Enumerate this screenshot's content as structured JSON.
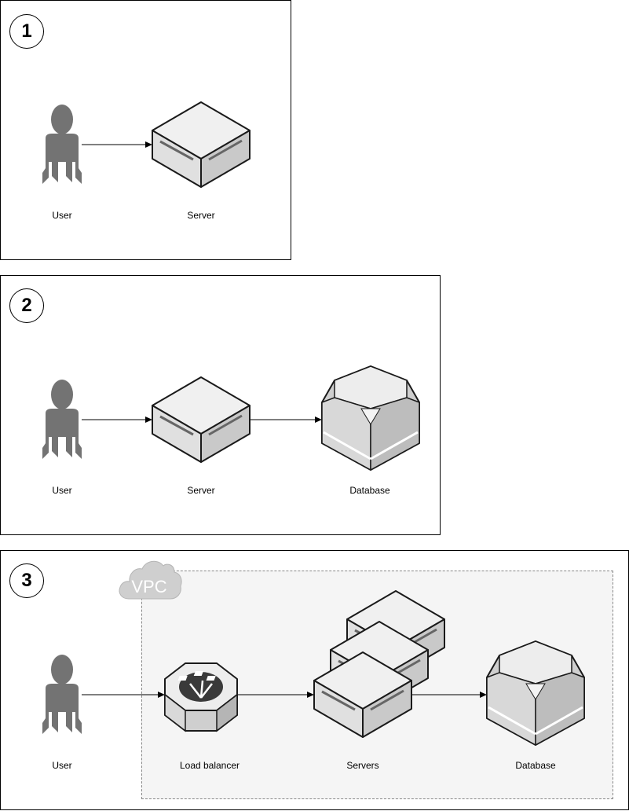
{
  "panels": [
    {
      "number": "1",
      "labels": {
        "user": "User",
        "server": "Server"
      }
    },
    {
      "number": "2",
      "labels": {
        "user": "User",
        "server": "Server",
        "database": "Database"
      }
    },
    {
      "number": "3",
      "labels": {
        "user": "User",
        "load_balancer": "Load balancer",
        "servers": "Servers",
        "database": "Database"
      },
      "vpc_label": "VPC"
    }
  ],
  "colors": {
    "stroke": "#1a1a1a",
    "user": "#737373",
    "server_top": "#f0f0f0",
    "server_side": "#d0d0d0",
    "vpc_fill": "#f5f5f5"
  },
  "icons": [
    "user-icon",
    "server-icon",
    "database-icon",
    "load-balancer-icon",
    "cloud-icon"
  ]
}
